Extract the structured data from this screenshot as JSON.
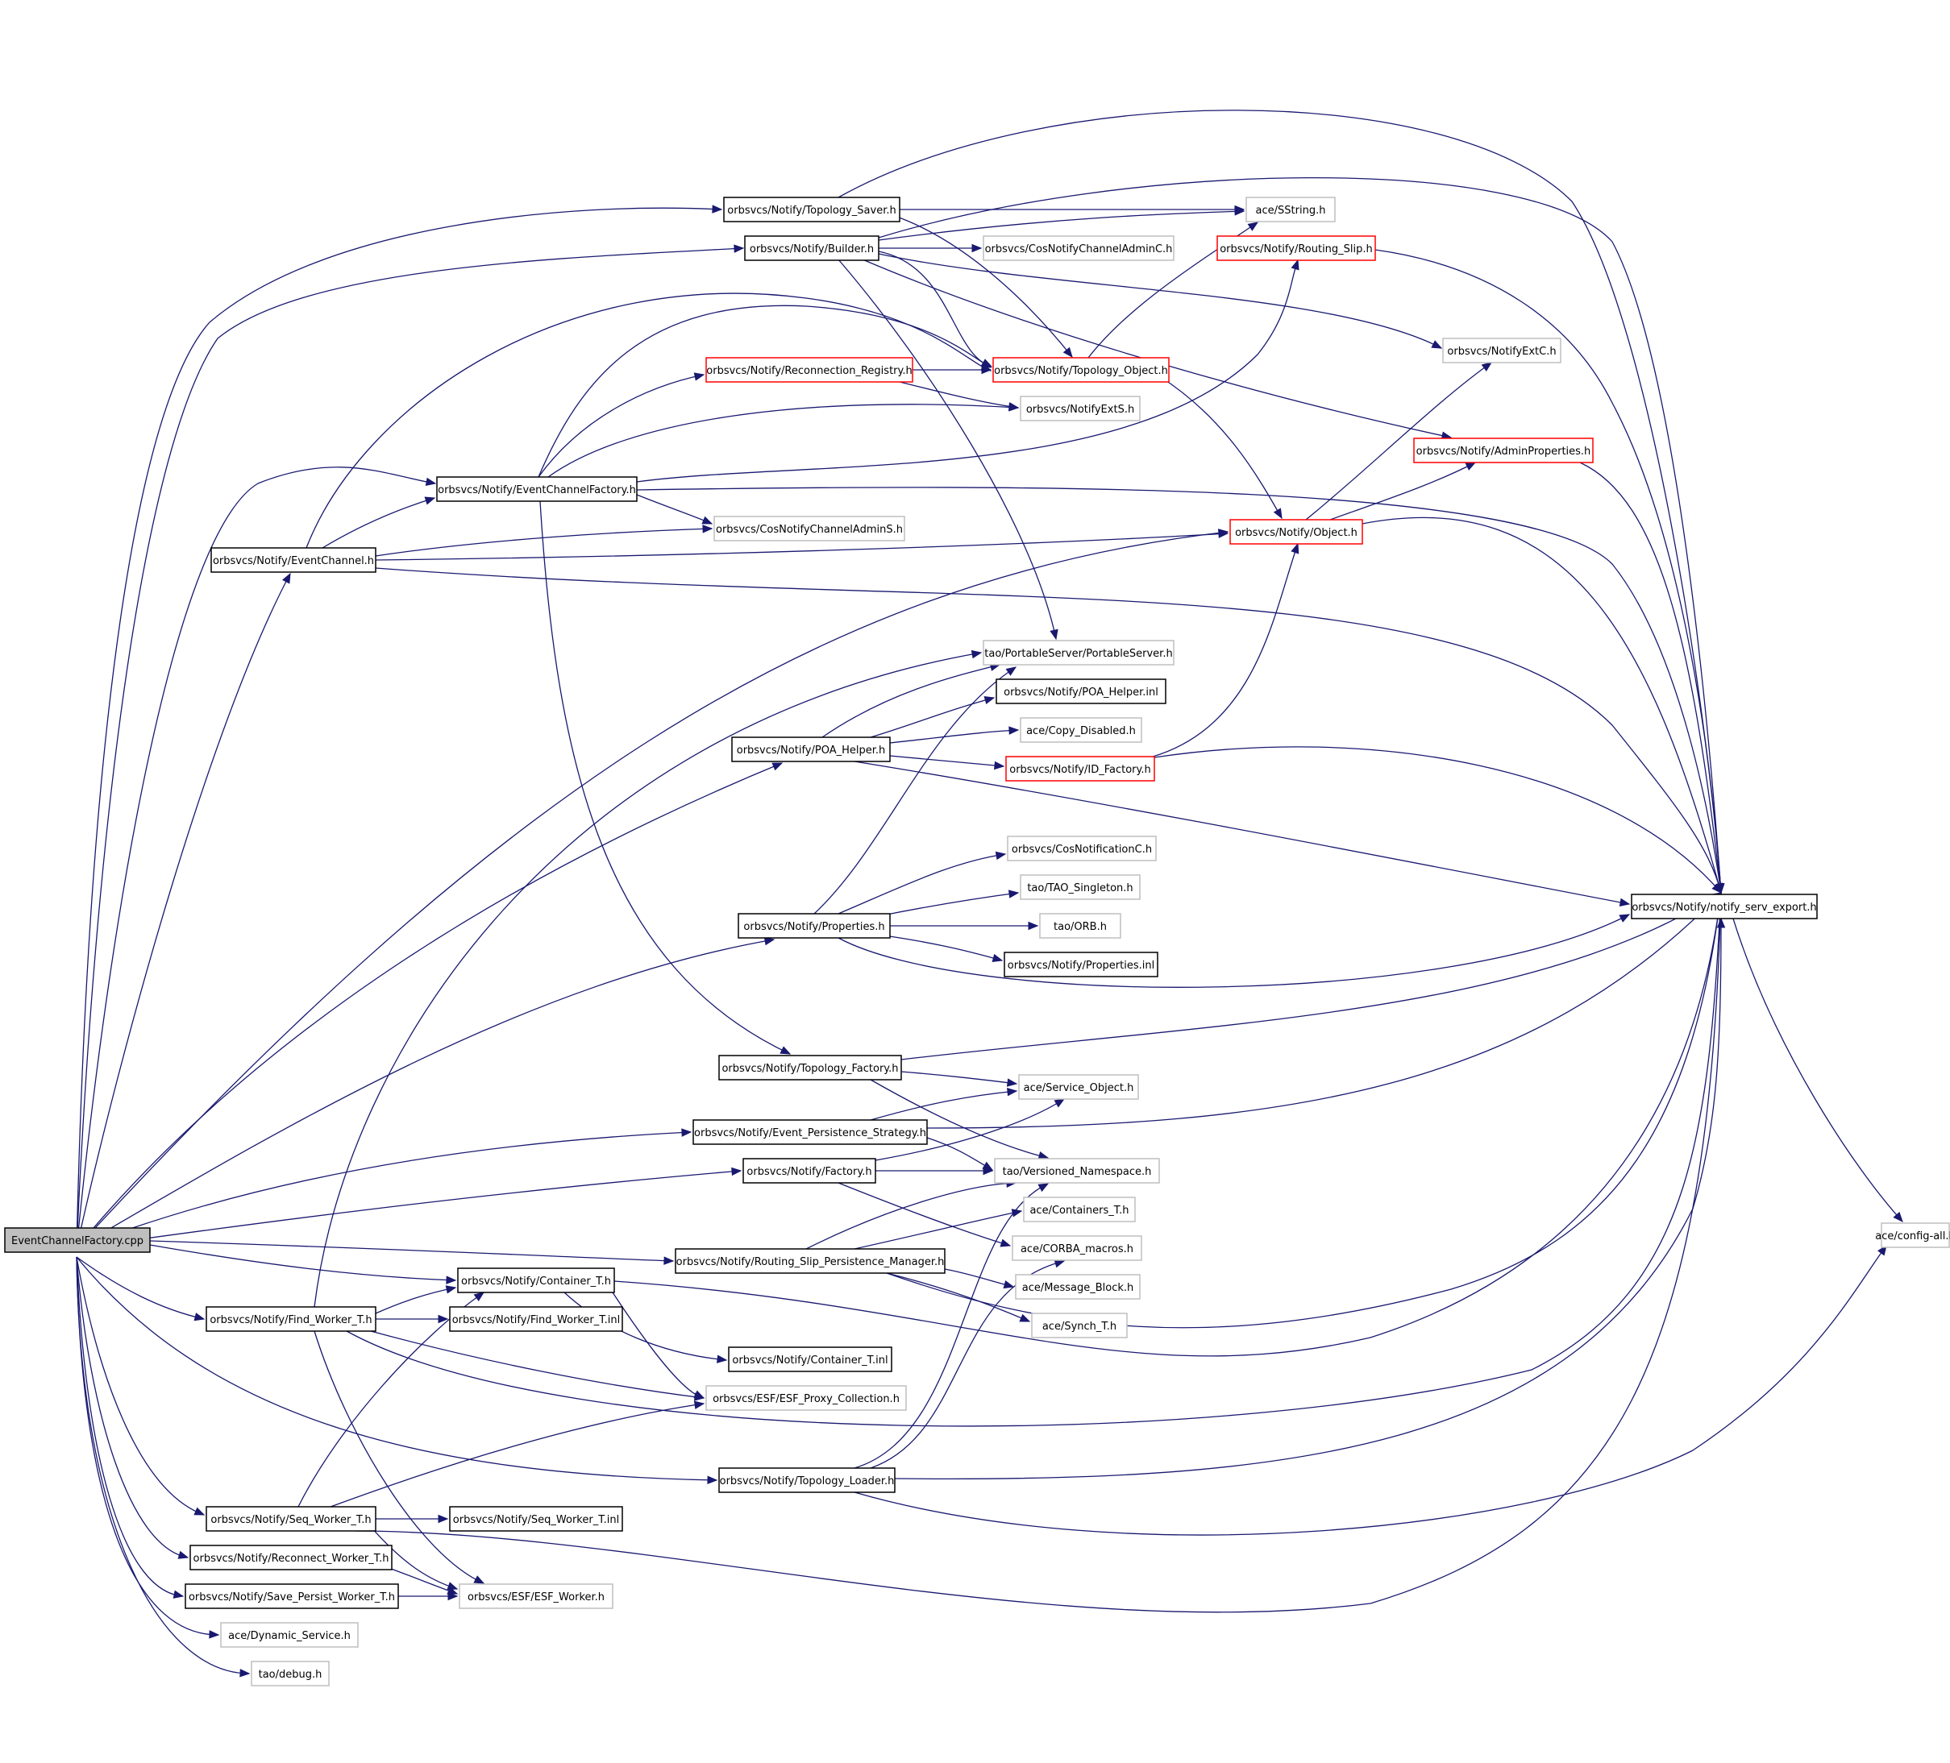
{
  "diagram": {
    "colors": {
      "edge": "#191970",
      "root_fill": "#bfbfbf",
      "documented_border": "#000000",
      "incomplete_border": "#ff0000",
      "external_border": "#bfbfbf",
      "background": "#ffffff"
    },
    "nodes": [
      {
        "id": "root",
        "label": "EventChannelFactory.cpp",
        "style": "root"
      },
      {
        "id": "topo_saver",
        "label": "orbsvcs/Notify/Topology_Saver.h",
        "style": "documented"
      },
      {
        "id": "builder",
        "label": "orbsvcs/Notify/Builder.h",
        "style": "documented"
      },
      {
        "id": "sstring",
        "label": "ace/SString.h",
        "style": "external"
      },
      {
        "id": "cosnca_c",
        "label": "orbsvcs/CosNotifyChannelAdminC.h",
        "style": "external"
      },
      {
        "id": "routing_slip",
        "label": "orbsvcs/Notify/Routing_Slip.h",
        "style": "incomplete"
      },
      {
        "id": "notifyextc",
        "label": "orbsvcs/NotifyExtC.h",
        "style": "external"
      },
      {
        "id": "reconn_reg",
        "label": "orbsvcs/Notify/Reconnection_Registry.h",
        "style": "incomplete"
      },
      {
        "id": "topo_object",
        "label": "orbsvcs/Notify/Topology_Object.h",
        "style": "incomplete"
      },
      {
        "id": "notifyexts",
        "label": "orbsvcs/NotifyExtS.h",
        "style": "external"
      },
      {
        "id": "admin_props",
        "label": "orbsvcs/Notify/AdminProperties.h",
        "style": "incomplete"
      },
      {
        "id": "ecf_h",
        "label": "orbsvcs/Notify/EventChannelFactory.h",
        "style": "documented"
      },
      {
        "id": "cosnca_s",
        "label": "orbsvcs/CosNotifyChannelAdminS.h",
        "style": "external"
      },
      {
        "id": "object_h",
        "label": "orbsvcs/Notify/Object.h",
        "style": "incomplete"
      },
      {
        "id": "ec_h",
        "label": "orbsvcs/Notify/EventChannel.h",
        "style": "documented"
      },
      {
        "id": "portableserver",
        "label": "tao/PortableServer/PortableServer.h",
        "style": "external"
      },
      {
        "id": "poa_helper_inl",
        "label": "orbsvcs/Notify/POA_Helper.inl",
        "style": "documented"
      },
      {
        "id": "copy_disabled",
        "label": "ace/Copy_Disabled.h",
        "style": "external"
      },
      {
        "id": "poa_helper",
        "label": "orbsvcs/Notify/POA_Helper.h",
        "style": "documented"
      },
      {
        "id": "id_factory",
        "label": "orbsvcs/Notify/ID_Factory.h",
        "style": "incomplete"
      },
      {
        "id": "cosnotif_c",
        "label": "orbsvcs/CosNotificationC.h",
        "style": "external"
      },
      {
        "id": "tao_singleton",
        "label": "tao/TAO_Singleton.h",
        "style": "external"
      },
      {
        "id": "notify_export",
        "label": "orbsvcs/Notify/notify_serv_export.h",
        "style": "documented"
      },
      {
        "id": "properties",
        "label": "orbsvcs/Notify/Properties.h",
        "style": "documented"
      },
      {
        "id": "orb_h",
        "label": "tao/ORB.h",
        "style": "external"
      },
      {
        "id": "properties_inl",
        "label": "orbsvcs/Notify/Properties.inl",
        "style": "documented"
      },
      {
        "id": "topo_factory",
        "label": "orbsvcs/Notify/Topology_Factory.h",
        "style": "documented"
      },
      {
        "id": "service_object",
        "label": "ace/Service_Object.h",
        "style": "external"
      },
      {
        "id": "event_persist",
        "label": "orbsvcs/Notify/Event_Persistence_Strategy.h",
        "style": "documented"
      },
      {
        "id": "factory_h",
        "label": "orbsvcs/Notify/Factory.h",
        "style": "documented"
      },
      {
        "id": "versioned_ns",
        "label": "tao/Versioned_Namespace.h",
        "style": "external"
      },
      {
        "id": "containers_t",
        "label": "ace/Containers_T.h",
        "style": "external"
      },
      {
        "id": "corba_macros",
        "label": "ace/CORBA_macros.h",
        "style": "external"
      },
      {
        "id": "rs_persist_mgr",
        "label": "orbsvcs/Notify/Routing_Slip_Persistence_Manager.h",
        "style": "documented"
      },
      {
        "id": "config_all",
        "label": "ace/config-all.h",
        "style": "external"
      },
      {
        "id": "container_t",
        "label": "orbsvcs/Notify/Container_T.h",
        "style": "documented"
      },
      {
        "id": "message_block",
        "label": "ace/Message_Block.h",
        "style": "external"
      },
      {
        "id": "find_worker",
        "label": "orbsvcs/Notify/Find_Worker_T.h",
        "style": "documented"
      },
      {
        "id": "find_worker_inl",
        "label": "orbsvcs/Notify/Find_Worker_T.inl",
        "style": "documented"
      },
      {
        "id": "synch_t",
        "label": "ace/Synch_T.h",
        "style": "external"
      },
      {
        "id": "container_t_inl",
        "label": "orbsvcs/Notify/Container_T.inl",
        "style": "documented"
      },
      {
        "id": "esf_proxy_coll",
        "label": "orbsvcs/ESF/ESF_Proxy_Collection.h",
        "style": "external"
      },
      {
        "id": "topo_loader",
        "label": "orbsvcs/Notify/Topology_Loader.h",
        "style": "documented"
      },
      {
        "id": "seq_worker",
        "label": "orbsvcs/Notify/Seq_Worker_T.h",
        "style": "documented"
      },
      {
        "id": "seq_worker_inl",
        "label": "orbsvcs/Notify/Seq_Worker_T.inl",
        "style": "documented"
      },
      {
        "id": "reconnect_worker",
        "label": "orbsvcs/Notify/Reconnect_Worker_T.h",
        "style": "documented"
      },
      {
        "id": "save_persist",
        "label": "orbsvcs/Notify/Save_Persist_Worker_T.h",
        "style": "documented"
      },
      {
        "id": "esf_worker",
        "label": "orbsvcs/ESF/ESF_Worker.h",
        "style": "external"
      },
      {
        "id": "dynamic_service",
        "label": "ace/Dynamic_Service.h",
        "style": "external"
      },
      {
        "id": "tao_debug",
        "label": "tao/debug.h",
        "style": "external"
      }
    ]
  }
}
